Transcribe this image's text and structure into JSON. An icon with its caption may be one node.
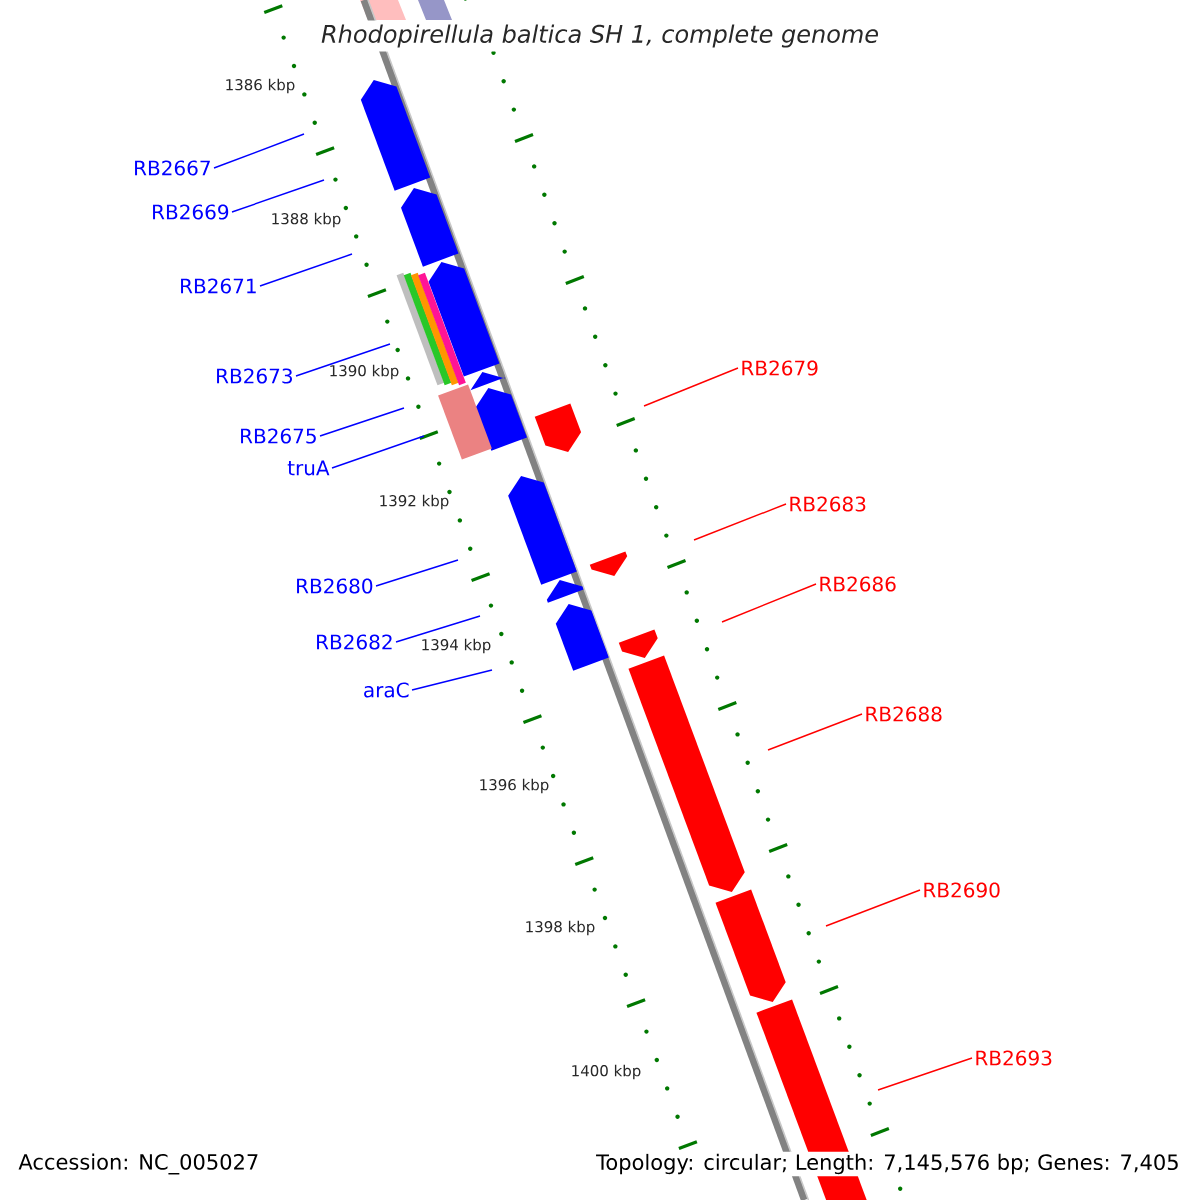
{
  "diagram": {
    "title": "Rhodopirellula baltica SH 1, complete genome",
    "nodes": [
      {
        "text": [
          "RB2667"
        ]
      },
      {
        "text": [
          "RB2669"
        ]
      },
      {
        "text": [
          "RB2671"
        ]
      },
      {
        "text": [
          "RB2673"
        ]
      },
      {
        "text": [
          "RB2675"
        ]
      },
      {
        "text": [
          "truA"
        ]
      },
      {
        "text": [
          "RB2680"
        ]
      },
      {
        "text": [
          "RB2682"
        ]
      },
      {
        "text": [
          "araC"
        ]
      },
      {
        "text": [
          "RB2679"
        ]
      },
      {
        "text": [
          "RB2683"
        ]
      },
      {
        "text": [
          "RB2686"
        ]
      },
      {
        "text": [
          "RB2688"
        ]
      },
      {
        "text": [
          "RB2690"
        ]
      },
      {
        "text": [
          "RB2693"
        ]
      }
    ],
    "edges": [
      {
        "from": 0,
        "to": null,
        "arrow": "none"
      },
      {
        "from": 1,
        "to": null,
        "arrow": "none"
      },
      {
        "from": 2,
        "to": null,
        "arrow": "none"
      },
      {
        "from": 3,
        "to": null,
        "arrow": "none"
      },
      {
        "from": 4,
        "to": null,
        "arrow": "none"
      },
      {
        "from": 5,
        "to": null,
        "arrow": "none"
      },
      {
        "from": 6,
        "to": null,
        "arrow": "none"
      },
      {
        "from": 7,
        "to": null,
        "arrow": "none"
      },
      {
        "from": 8,
        "to": null,
        "arrow": "none"
      },
      {
        "from": 9,
        "to": null,
        "arrow": "none",
        "color": "#ff0000"
      },
      {
        "from": 10,
        "to": null,
        "arrow": "none",
        "color": "#ff0000"
      },
      {
        "from": 11,
        "to": null,
        "arrow": "none",
        "color": "#ff0000"
      },
      {
        "from": 12,
        "to": null,
        "arrow": "none",
        "color": "#ff0000"
      },
      {
        "from": 13,
        "to": null,
        "arrow": "none",
        "color": "#ff0000"
      },
      {
        "from": 14,
        "to": null,
        "arrow": "none",
        "color": "#ff0000"
      }
    ],
    "labels": [
      "1386 kbp",
      "1388 kbp",
      "1390 kbp",
      "1392 kbp",
      "1394 kbp",
      "1396 kbp",
      "1398 kbp",
      "1400 kbp",
      "Accession: NC_005027",
      "Topology: circular; Length: 7,145,576 bp; Genes: 7,405"
    ]
  }
}
